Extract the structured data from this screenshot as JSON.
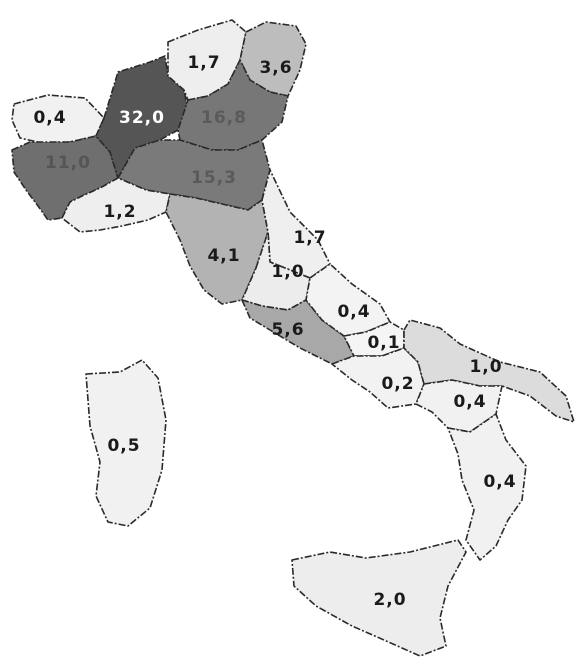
{
  "map": {
    "regions": [
      {
        "id": "valle-d-aosta",
        "value": "0,4",
        "fill": "#f1f1f1",
        "text_color": "#1a1a1a"
      },
      {
        "id": "piemonte",
        "value": "11,0",
        "fill": "#6f6f6f",
        "text_color": "#555555"
      },
      {
        "id": "lombardia",
        "value": "32,0",
        "fill": "#555555",
        "text_color": "#ffffff"
      },
      {
        "id": "trentino-alto-adige",
        "value": "1,7",
        "fill": "#eeeeee",
        "text_color": "#1a1a1a"
      },
      {
        "id": "friuli-venezia-giulia",
        "value": "3,6",
        "fill": "#bdbdbd",
        "text_color": "#1a1a1a"
      },
      {
        "id": "veneto",
        "value": "16,8",
        "fill": "#777777",
        "text_color": "#5a5a5a"
      },
      {
        "id": "emilia-romagna",
        "value": "15,3",
        "fill": "#7a7a7a",
        "text_color": "#5a5a5a"
      },
      {
        "id": "liguria",
        "value": "1,2",
        "fill": "#eeeeee",
        "text_color": "#1a1a1a"
      },
      {
        "id": "toscana",
        "value": "4,1",
        "fill": "#b3b3b3",
        "text_color": "#1a1a1a"
      },
      {
        "id": "marche",
        "value": "1,7",
        "fill": "#efefef",
        "text_color": "#1a1a1a"
      },
      {
        "id": "umbria",
        "value": "1,0",
        "fill": "#ececec",
        "text_color": "#1a1a1a"
      },
      {
        "id": "lazio",
        "value": "5,6",
        "fill": "#a8a8a8",
        "text_color": "#1a1a1a"
      },
      {
        "id": "abruzzo",
        "value": "0,4",
        "fill": "#f3f3f3",
        "text_color": "#1a1a1a"
      },
      {
        "id": "molise",
        "value": "0,1",
        "fill": "#f5f5f5",
        "text_color": "#1a1a1a"
      },
      {
        "id": "campania",
        "value": "0,2",
        "fill": "#f2f2f2",
        "text_color": "#1a1a1a"
      },
      {
        "id": "puglia",
        "value": "1,0",
        "fill": "#dcdcdc",
        "text_color": "#1a1a1a"
      },
      {
        "id": "basilicata",
        "value": "0,4",
        "fill": "#f1f1f1",
        "text_color": "#1a1a1a"
      },
      {
        "id": "calabria",
        "value": "0,4",
        "fill": "#f1f1f1",
        "text_color": "#1a1a1a"
      },
      {
        "id": "sicilia",
        "value": "2,0",
        "fill": "#ededed",
        "text_color": "#1a1a1a"
      },
      {
        "id": "sardegna",
        "value": "0,5",
        "fill": "#f1f1f1",
        "text_color": "#1a1a1a"
      }
    ]
  }
}
